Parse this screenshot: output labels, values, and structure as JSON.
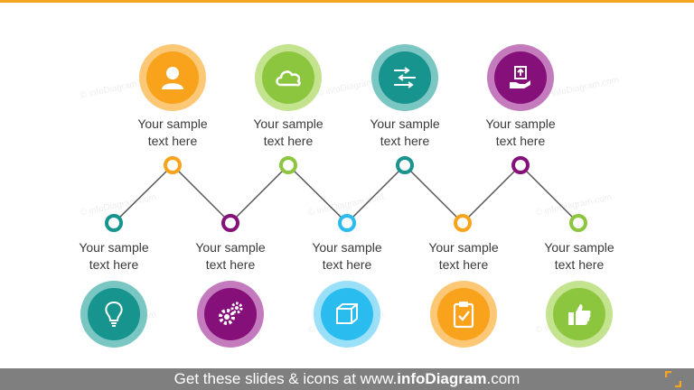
{
  "diagram": {
    "label_line1": "Your sample",
    "label_line2": "text here",
    "watermark": "© infoDiagram.com",
    "icons": {
      "person": "person-icon",
      "cloud": "cloud-icon",
      "arrows": "process-arrows-icon",
      "hand": "hand-upload-icon",
      "bulb": "lightbulb-icon",
      "gears": "gears-icon",
      "box": "box-icon",
      "clipboard": "clipboard-check-icon",
      "thumb": "thumbs-up-icon"
    },
    "colors": {
      "orange": "#f9a21c",
      "green": "#8cc63f",
      "teal": "#16948d",
      "purple": "#86107a",
      "blue": "#2bbcef"
    }
  },
  "footer": {
    "text_before": "Get these slides & icons at www.",
    "brand": "infoDiagram",
    "text_after": ".com"
  }
}
